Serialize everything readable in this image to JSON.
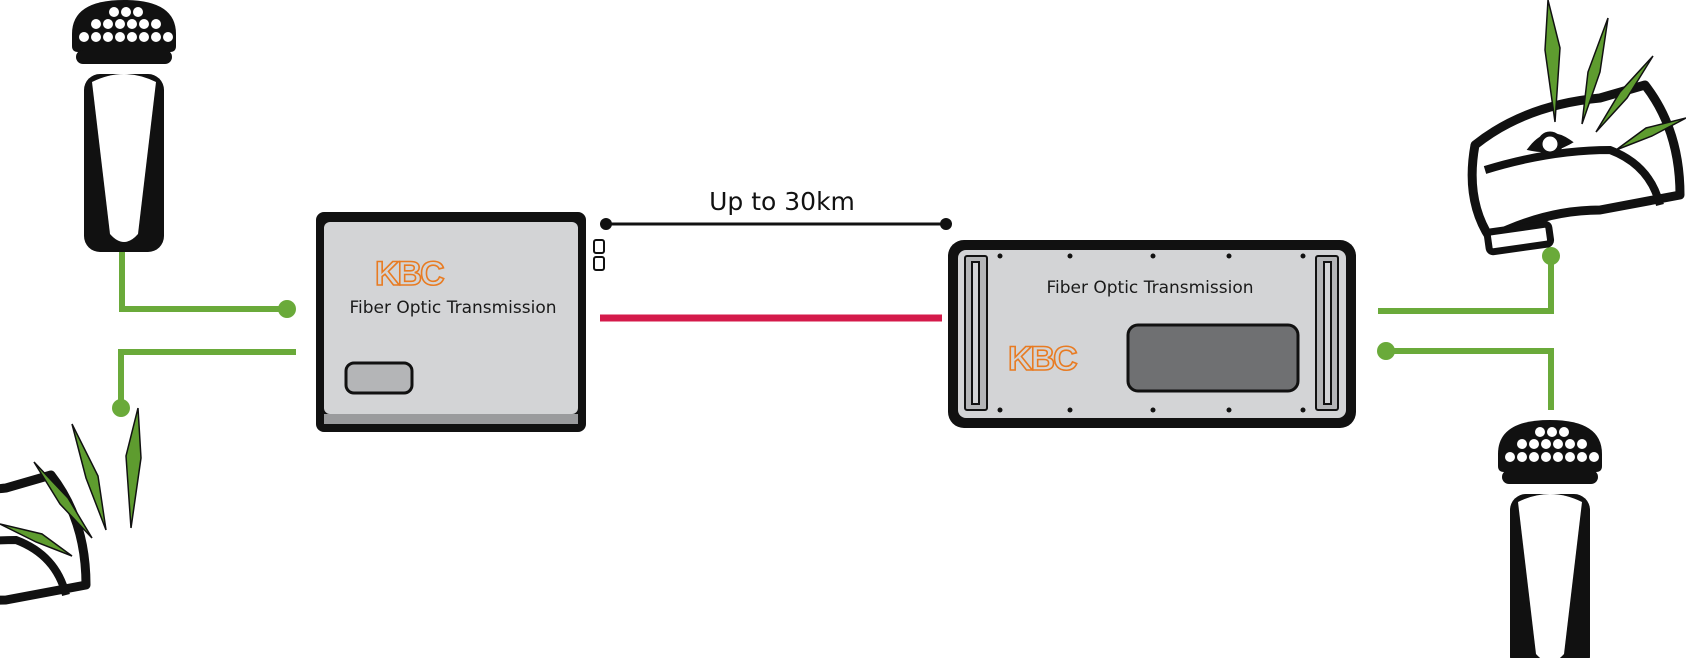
{
  "distance_label": "Up to 30km",
  "transmitter": {
    "label": "Fiber Optic Transmission",
    "logo": "KBC"
  },
  "receiver": {
    "label": "Fiber Optic Transmission",
    "logo": "KBC"
  },
  "icons": {
    "left_top": "microphone-icon",
    "left_bottom": "speaker-icon",
    "right_top": "speaker-icon",
    "right_bottom": "microphone-icon"
  },
  "colors": {
    "signal_line": "#6aaa3a",
    "fiber_link": "#d41a4a",
    "unit_face": "#d3d4d6",
    "logo": "#e87b22",
    "outline": "#111111",
    "sound_wave": "#5e9c2f"
  }
}
